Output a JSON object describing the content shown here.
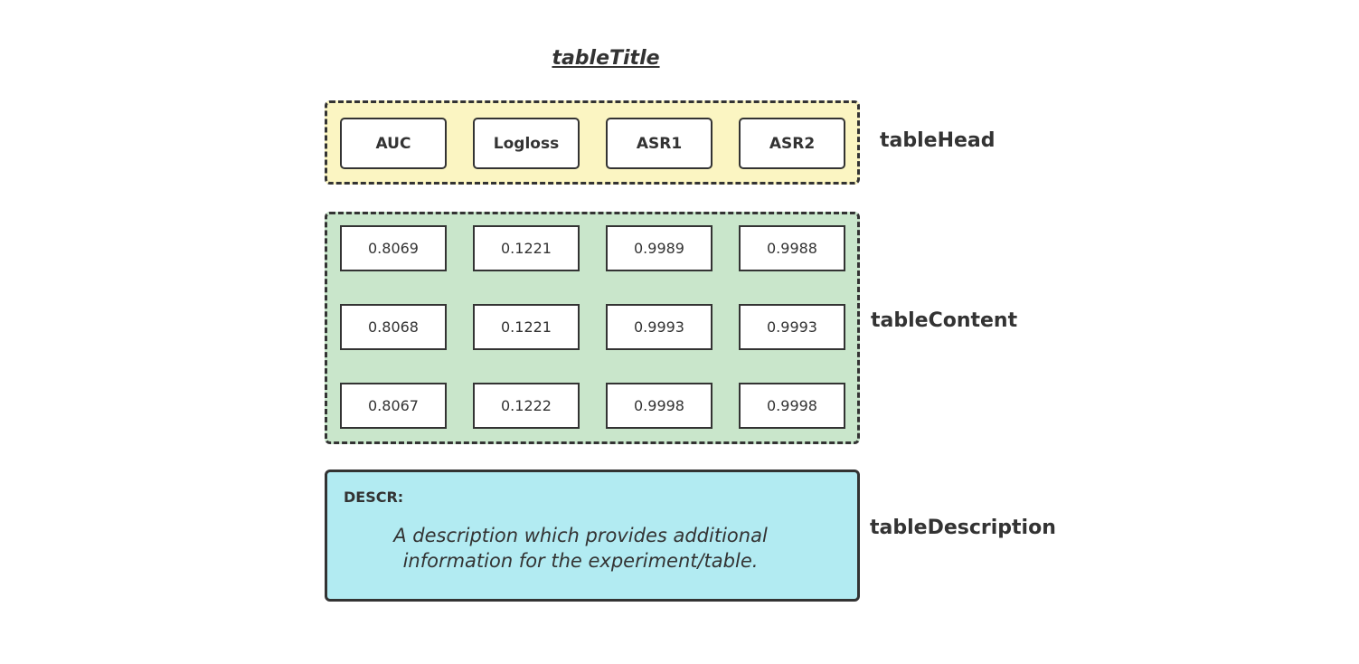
{
  "title": "tableTitle",
  "table_head": {
    "label": "tableHead",
    "columns": [
      "AUC",
      "Logloss",
      "ASR1",
      "ASR2"
    ]
  },
  "table_content": {
    "label": "tableContent",
    "rows": [
      [
        "0.8069",
        "0.1221",
        "0.9989",
        "0.9988"
      ],
      [
        "0.8068",
        "0.1221",
        "0.9993",
        "0.9993"
      ],
      [
        "0.8067",
        "0.1222",
        "0.9998",
        "0.9998"
      ]
    ]
  },
  "table_description": {
    "label": "tableDescription",
    "prefix": "DESCR:",
    "text": "A description which provides additional information for the experiment/table."
  },
  "colors": {
    "head_background": "#fbf5c2",
    "content_background": "#c9e6cb",
    "description_background": "#b2ebf2",
    "border": "#333333"
  }
}
